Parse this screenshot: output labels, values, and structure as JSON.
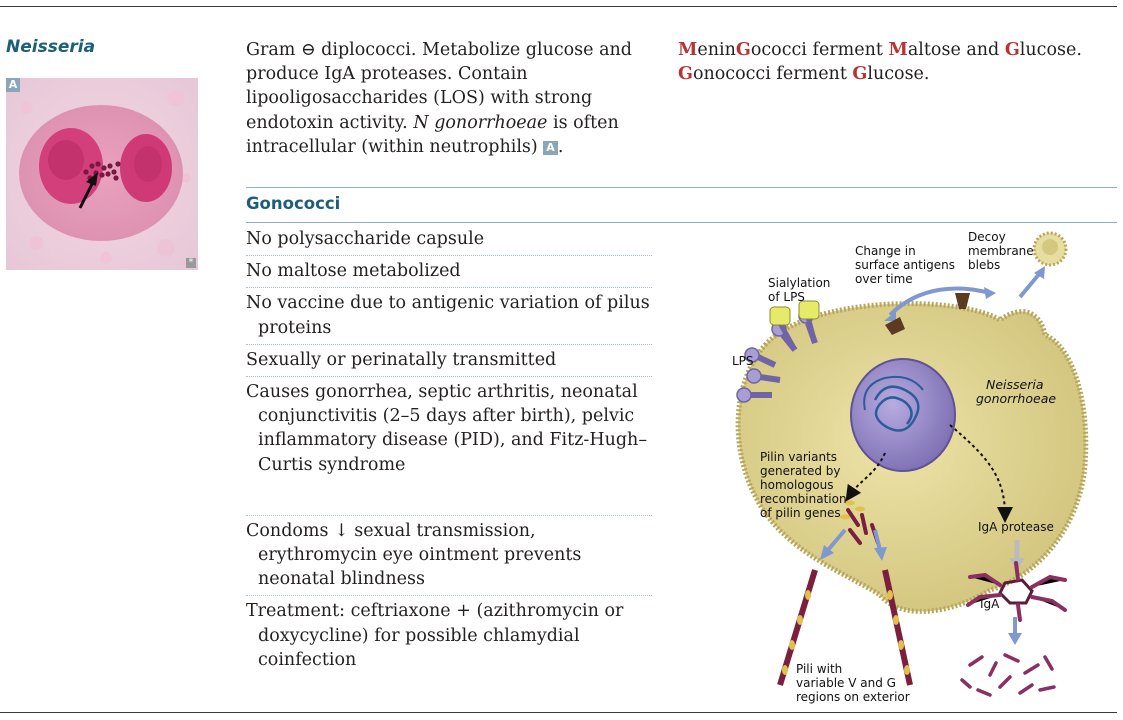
{
  "section": {
    "title": "Neisseria"
  },
  "image": {
    "tag": "A",
    "corner_mark": "*"
  },
  "intro": {
    "gram_prefix": "Gram ",
    "gram_symbol": "⊖",
    "text1": " diplococci. Metabolize glucose and produce IgA proteases. Contain lipooligosaccharides (LOS) with strong endotoxin activity. ",
    "italic": "N gonorrhoeae",
    "text2": " is often intracellular (within neutrophils) ",
    "tag": "A",
    "end": "."
  },
  "mnemonic": {
    "line1": [
      {
        "t": "M",
        "red": true
      },
      {
        "t": "enin",
        "red": false
      },
      {
        "t": "G",
        "red": true
      },
      {
        "t": "ococci ferment ",
        "red": false
      },
      {
        "t": "M",
        "red": true
      },
      {
        "t": "altose and ",
        "red": false
      },
      {
        "t": "G",
        "red": true
      },
      {
        "t": "lucose.",
        "red": false
      }
    ],
    "line2": [
      {
        "t": "G",
        "red": true
      },
      {
        "t": "onococci ferment ",
        "red": false
      },
      {
        "t": "G",
        "red": true
      },
      {
        "t": "lucose.",
        "red": false
      }
    ]
  },
  "gonococci": {
    "title": "Gonococci",
    "facts": [
      "No polysaccharide capsule",
      "No maltose metabolized",
      "No vaccine due to antigenic variation of pilus proteins",
      "Sexually or perinatally transmitted",
      "Causes gonorrhea, septic arthritis, neonatal conjunctivitis (2–5 days after birth), pelvic inflammatory disease (PID), and Fitz-Hugh–Curtis syndrome",
      "Condoms ↓ sexual transmission, erythromycin eye ointment prevents neonatal blindness",
      "Treatment: ceftriaxone + (azithromycin or doxycycline) for possible chlamydial coinfection"
    ]
  },
  "diagram": {
    "labels": {
      "change1": "Change in",
      "change2": "surface antigens",
      "change3": "over time",
      "decoy1": "Decoy",
      "decoy2": "membrane",
      "decoy3": "blebs",
      "sial1": "Sialylation",
      "sial2": "of LPS",
      "lps": "LPS",
      "species1": "Neisseria",
      "species2": "gonorrhoeae",
      "pilin1": "Pilin variants",
      "pilin2": "generated by",
      "pilin3": "homologous",
      "pilin4": "recombination",
      "pilin5": "of pilin genes",
      "protease": "IgA protease",
      "iga": "IgA",
      "pili1": "Pili with",
      "pili2": "variable V and G",
      "pili3": "regions on exterior"
    },
    "colors": {
      "cell_fill": "#ddd38f",
      "cell_edge": "#b7a65a",
      "nucleoid": "#8d7fbf",
      "lps": "#a79ed3",
      "sialyl": "#e6ea6a",
      "pili": "#7a1f3d",
      "arrow": "#7f98cf",
      "antibody": "#8b2f63"
    }
  }
}
